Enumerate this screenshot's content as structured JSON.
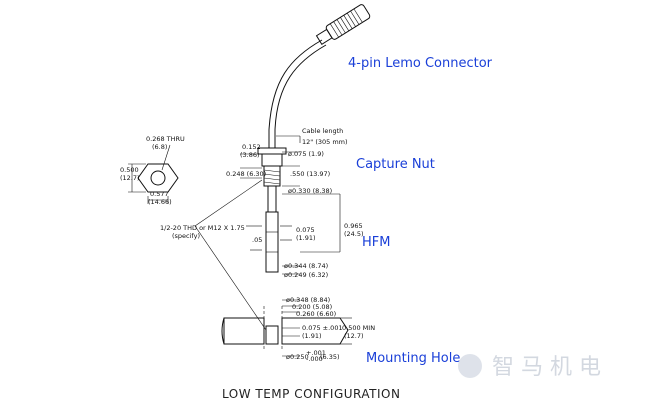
{
  "labels": {
    "connector": "4-pin Lemo Connector",
    "capture_nut": "Capture Nut",
    "hfm": "HFM",
    "mounting_hole": "Mounting Hole",
    "configuration": "LOW TEMP CONFIGURATION"
  },
  "dimensions": {
    "thru_hole": "0.268 THRU",
    "thru_hole_mm": "(6.8)",
    "nut_height": "0.500",
    "nut_height_mm": "(12.7)",
    "nut_width": "0.577",
    "nut_width_mm": "(14.66)",
    "cable_length_label": "Cable length",
    "cable_length": "12\" (305 mm)",
    "d152": "0.152",
    "d152_mm": "(3.86)",
    "d075a": "ø.075 (1.9)",
    "d248": "0.248 (6.30)",
    "d550": ".550 (13.97)",
    "d330": "ø0.330 (8.38)",
    "thread_1": "1/2-20 THD or M12 X 1.75",
    "thread_2": "(specify)",
    "d075b": "0.075",
    "d075b_mm": "(1.91)",
    "d965": "0.965",
    "d965_mm": "(24.5)",
    "d05": ".05",
    "d344": "ø0.344 (8.74)",
    "d249": "ø0.249 (6.32)",
    "d348": "ø0.348 (8.84)",
    "d200": "0.200 (5.08)",
    "d260": "0.260 (6.60)",
    "d075c": "0.075 ±.001",
    "d075c_mm": "(1.91)",
    "d500min": "0.500 MIN",
    "d500min_mm": "(12.7)",
    "d250": "ø0.250",
    "d250_tol_plus": "+.001",
    "d250_tol_minus": "-.000",
    "d250_mm": "(6.35)"
  },
  "watermark": {
    "text": "智 马 机 电"
  },
  "colors": {
    "label_blue": "#1a3fd8",
    "material": "#e3c69a",
    "drawing": "#111111"
  }
}
